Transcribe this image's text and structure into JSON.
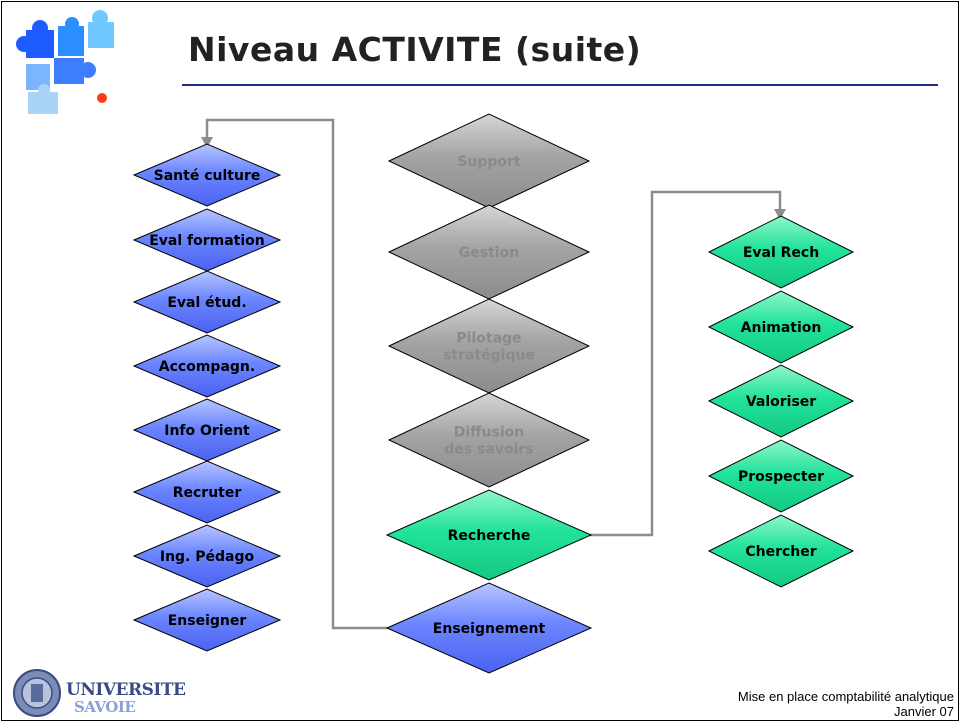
{
  "title": "Niveau ACTIVITE (suite)",
  "colors": {
    "blue": "#6b86ff",
    "grey": "#9a9a9a",
    "green": "#22e39a",
    "rule": "#1f2a8a"
  },
  "left_column": [
    "Santé culture",
    "Eval formation",
    "Eval étud.",
    "Accompagn.",
    "Info Orient",
    "Recruter",
    "Ing. Pédago",
    "Enseigner"
  ],
  "center_column": [
    {
      "label": [
        "Support"
      ],
      "color": "grey"
    },
    {
      "label": [
        "Gestion"
      ],
      "color": "grey"
    },
    {
      "label": [
        "Pilotage",
        "stratégique"
      ],
      "color": "grey"
    },
    {
      "label": [
        "Diffusion",
        "des savoirs"
      ],
      "color": "grey"
    },
    {
      "label": [
        "Recherche"
      ],
      "color": "green"
    },
    {
      "label": [
        "Enseignement"
      ],
      "color": "blue"
    }
  ],
  "right_column": [
    "Eval Rech",
    "Animation",
    "Valoriser",
    "Prospecter",
    "Chercher"
  ],
  "footer": {
    "line1": "Mise en place comptabilité analytique",
    "line2": "Janvier 07"
  },
  "logo": {
    "line1": "UNIVERSITE",
    "line2": "SAVOIE"
  }
}
